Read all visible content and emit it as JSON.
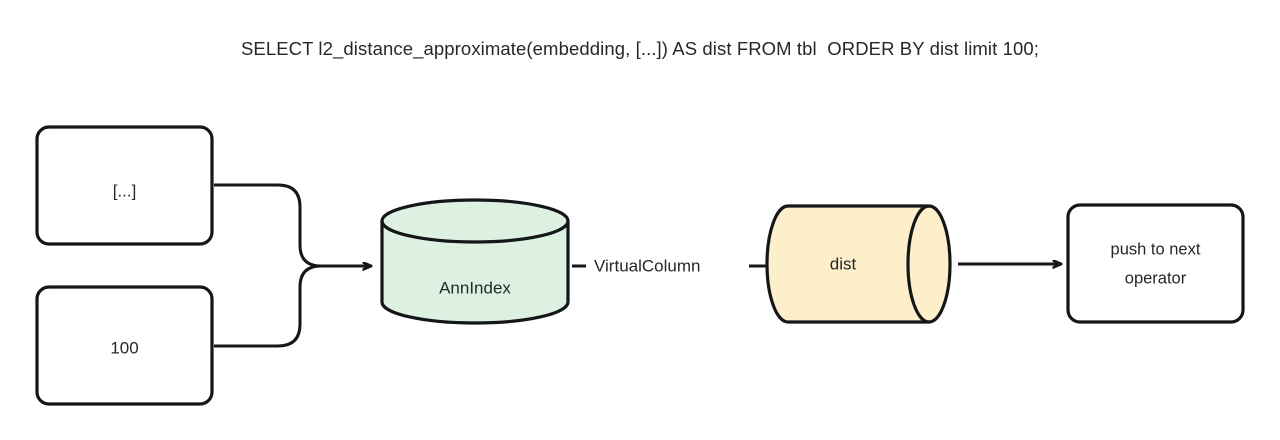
{
  "diagram": {
    "title": "SELECT l2_distance_approximate(embedding, [...]) AS dist FROM tbl  ORDER BY dist limit 100;",
    "background_color": "#ffffff",
    "stroke_color": "#14161a",
    "text_color": "#25282b",
    "nodes": {
      "input_vector": {
        "label": "[...]",
        "shape": "rounded-rectangle",
        "fill": "#edf0fb"
      },
      "input_limit": {
        "label": "100",
        "shape": "rounded-rectangle",
        "fill": "#edf0fb"
      },
      "ann_index": {
        "label": "AnnIndex",
        "shape": "vertical-cylinder",
        "fill": "#ddf1e2"
      },
      "dist": {
        "label": "dist",
        "shape": "horizontal-cylinder",
        "fill": "#fcefca"
      },
      "push_next": {
        "label_line1": "push to next",
        "label_line2": "operator",
        "shape": "rounded-rectangle",
        "fill": "#edf0fb"
      }
    },
    "edges": [
      {
        "from": "input_vector",
        "to": "ann_index",
        "label": "",
        "style": "elbow-arrow"
      },
      {
        "from": "input_limit",
        "to": "ann_index",
        "label": "",
        "style": "elbow-arrow"
      },
      {
        "from": "ann_index",
        "to": "dist",
        "label": "VirtualColumn",
        "style": "labeled-arrow"
      },
      {
        "from": "dist",
        "to": "push_next",
        "label": "",
        "style": "straight-arrow"
      }
    ]
  }
}
